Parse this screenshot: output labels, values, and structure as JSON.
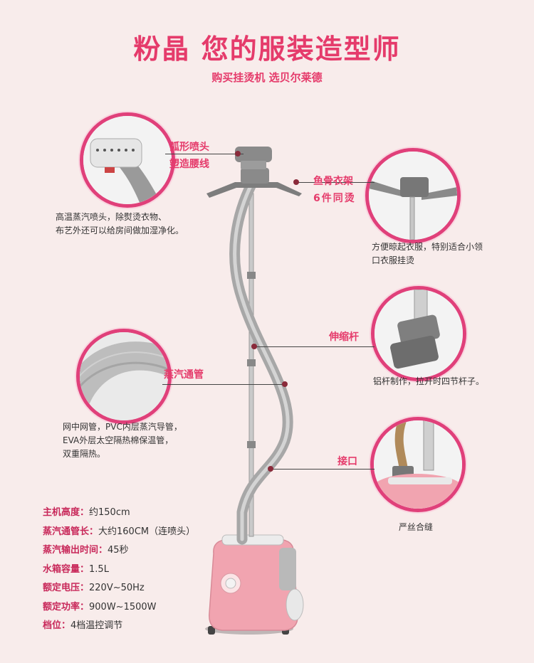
{
  "header": {
    "title": "粉晶 您的服装造型师",
    "subtitle": "购买挂烫机 选贝尔莱德"
  },
  "callouts": {
    "nozzle": {
      "label_line1": "弧形喷头",
      "label_line2": "塑造腰线",
      "desc_line1": "高温蒸汽喷头，除熨烫衣物、",
      "desc_line2": "布艺外还可以给房间做加湿净化。"
    },
    "hanger": {
      "label_line1": "鱼骨衣架",
      "label_line2": "6件同烫",
      "desc_line1": "方便晾起衣服，特别适合小领",
      "desc_line2": "口衣服挂烫"
    },
    "pole": {
      "label": "伸缩杆",
      "desc": "铝杆制作，拉开时四节杆子。"
    },
    "hose": {
      "label": "蒸汽通管",
      "desc_line1": "网中网管，PVC内层蒸汽导管，",
      "desc_line2": "EVA外层太空隔热棉保温管，",
      "desc_line3": "双重隔热。"
    },
    "joint": {
      "label": "接口",
      "desc": "严丝合缝"
    }
  },
  "specs": [
    {
      "key": "主机高度：",
      "value": "约150cm"
    },
    {
      "key": "蒸汽通管长：",
      "value": "大约160CM（连喷头）"
    },
    {
      "key": "蒸汽输出时间：",
      "value": "45秒"
    },
    {
      "key": "水箱容量：",
      "value": "1.5L"
    },
    {
      "key": "额定电压：",
      "value": "220V~50Hz"
    },
    {
      "key": "额定功率：",
      "value": "900W~1500W"
    },
    {
      "key": "档位：",
      "value": "4档温控调节"
    }
  ],
  "colors": {
    "accent": "#e53b6b",
    "ring": "#e0407a",
    "background": "#f8eceb",
    "body_pink": "#f1a4b0"
  }
}
